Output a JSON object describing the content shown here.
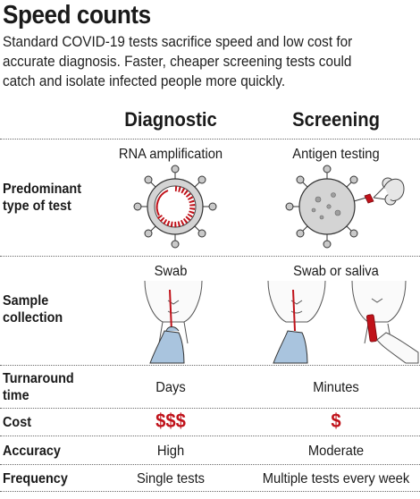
{
  "header": {
    "title": "Speed counts",
    "subtitle_lines": [
      "Standard COVID-19 tests sacrifice speed and low cost for",
      "accurate diagnosis. Faster, cheaper screening tests could",
      "catch and isolate infected people more quickly."
    ]
  },
  "columns": {
    "diagnostic": "Diagnostic",
    "screening": "Screening"
  },
  "rows": {
    "type_of_test": {
      "label_lines": [
        "Predominant",
        "type of test"
      ],
      "diagnostic": "RNA amplification",
      "screening": "Antigen testing"
    },
    "sample_collection": {
      "label_lines": [
        "Sample",
        "collection"
      ],
      "diagnostic": "Swab",
      "screening": "Swab or saliva"
    },
    "turnaround": {
      "label_lines": [
        "Turnaround",
        "time"
      ],
      "diagnostic": "Days",
      "screening": "Minutes"
    },
    "cost": {
      "label": "Cost",
      "diagnostic": "$$$",
      "screening": "$"
    },
    "accuracy": {
      "label": "Accuracy",
      "diagnostic": "High",
      "screening": "Moderate"
    },
    "frequency": {
      "label": "Frequency",
      "diagnostic": "Single tests",
      "screening": "Multiple tests every week"
    }
  },
  "colors": {
    "accent_red": "#c0121a",
    "virus_gray": "#cfcfcf",
    "sleeve_blue": "#a9c4de"
  }
}
